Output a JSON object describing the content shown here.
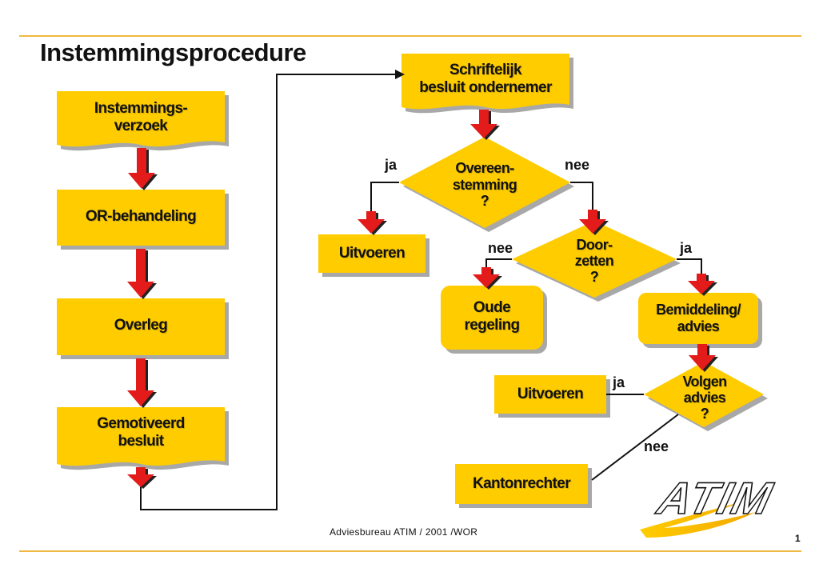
{
  "page": {
    "title": "Instemmingsprocedure",
    "footer": "Adviesbureau ATIM / 2001 /WOR",
    "page_number": "1",
    "logo_text": "ATIM"
  },
  "colors": {
    "box_fill": "#FFCC00",
    "box_shadow": "#A8A8A8",
    "arrow_fill": "#E31B1B",
    "arrow_shadow": "#222222",
    "rule": "#F0B841",
    "connector": "#111111"
  },
  "nodes": {
    "instemmingsverzoek": "Instemmings-\nverzoek",
    "or_behandeling": "OR-behandeling",
    "overleg": "Overleg",
    "gemotiveerd_besluit": "Gemotiveerd\nbesluit",
    "schriftelijk_besluit": "Schriftelijk\nbesluit ondernemer",
    "overeenstemming": "Overeen-\nstemming\n?",
    "uitvoeren_1": "Uitvoeren",
    "doorzetten": "Door-\nzetten\n?",
    "oude_regeling": "Oude\nregeling",
    "bemiddeling_advies": "Bemiddeling/\nadvies",
    "volgen_advies": "Volgen\nadvies\n?",
    "uitvoeren_2": "Uitvoeren",
    "kantonrechter": "Kantonrechter"
  },
  "edge_labels": {
    "overeenstemming_ja": "ja",
    "overeenstemming_nee": "nee",
    "doorzetten_nee": "nee",
    "doorzetten_ja": "ja",
    "volgen_ja": "ja",
    "volgen_nee": "nee"
  }
}
